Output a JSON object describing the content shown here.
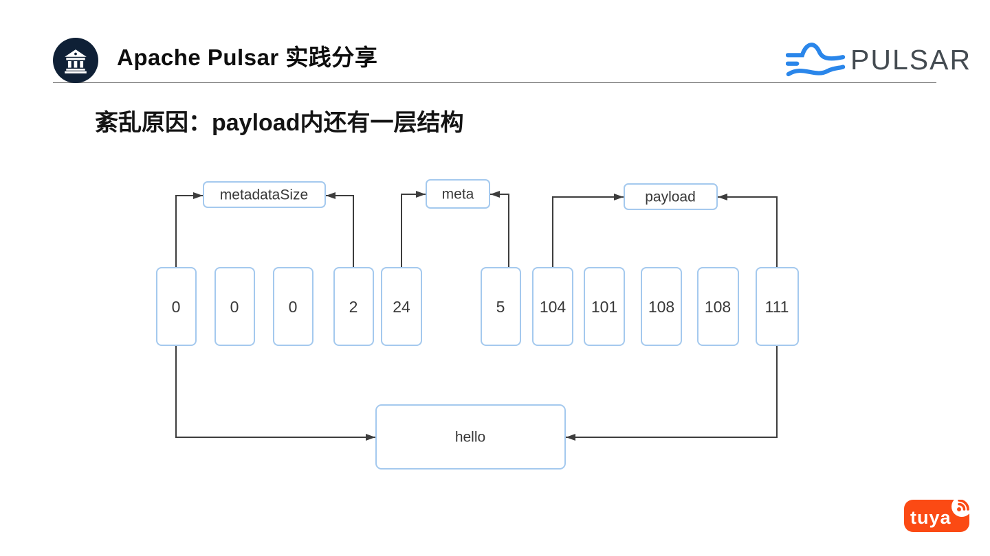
{
  "header": {
    "title": "Apache Pulsar 实践分享",
    "logo": {
      "text": "PULSAR"
    }
  },
  "slide": {
    "heading": "紊乱原因：payload内还有一层结构"
  },
  "diagram": {
    "labels": {
      "metadata_size": "metadataSize",
      "meta": "meta",
      "payload": "payload",
      "message": "hello"
    },
    "bytes": [
      "0",
      "0",
      "0",
      "2",
      "24",
      "5",
      "104",
      "101",
      "108",
      "108",
      "111"
    ]
  },
  "footer": {
    "logo_text": "tuya"
  },
  "colors": {
    "pulsar_blue": "#2a86ea",
    "pulsar_text_gray": "#444b51",
    "tuya_orange": "#fb4a14",
    "badge_navy": "#0f2036",
    "box_border_blue": "#a4c9ee",
    "connector_gray": "#3d3d3d"
  }
}
